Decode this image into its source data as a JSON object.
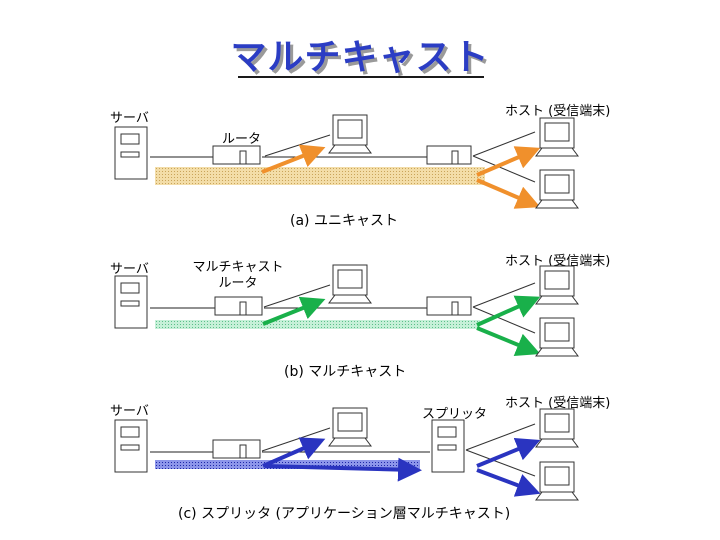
{
  "title": "マルチキャスト",
  "panels": [
    {
      "id": "a",
      "server_label": "サーバ",
      "router_label": "ルータ",
      "host_label": "ホスト (受信端末)",
      "caption": "(a) ユニキャスト",
      "stream_color": "#e0c280",
      "arrow_color": "#f0902c"
    },
    {
      "id": "b",
      "server_label": "サーバ",
      "router_label": "マルチキャスト\nルータ",
      "host_label": "ホスト (受信端末)",
      "caption": "(b) マルチキャスト",
      "stream_color": "#a8e4c4",
      "arrow_color": "#19b04a"
    },
    {
      "id": "c",
      "server_label": "サーバ",
      "splitter_label": "スプリッタ",
      "host_label": "ホスト (受信端末)",
      "caption": "(c) スプリッタ (アプリケーション層マルチキャスト)",
      "stream_color": "#4a58d8",
      "arrow_color": "#2a34c0"
    }
  ]
}
